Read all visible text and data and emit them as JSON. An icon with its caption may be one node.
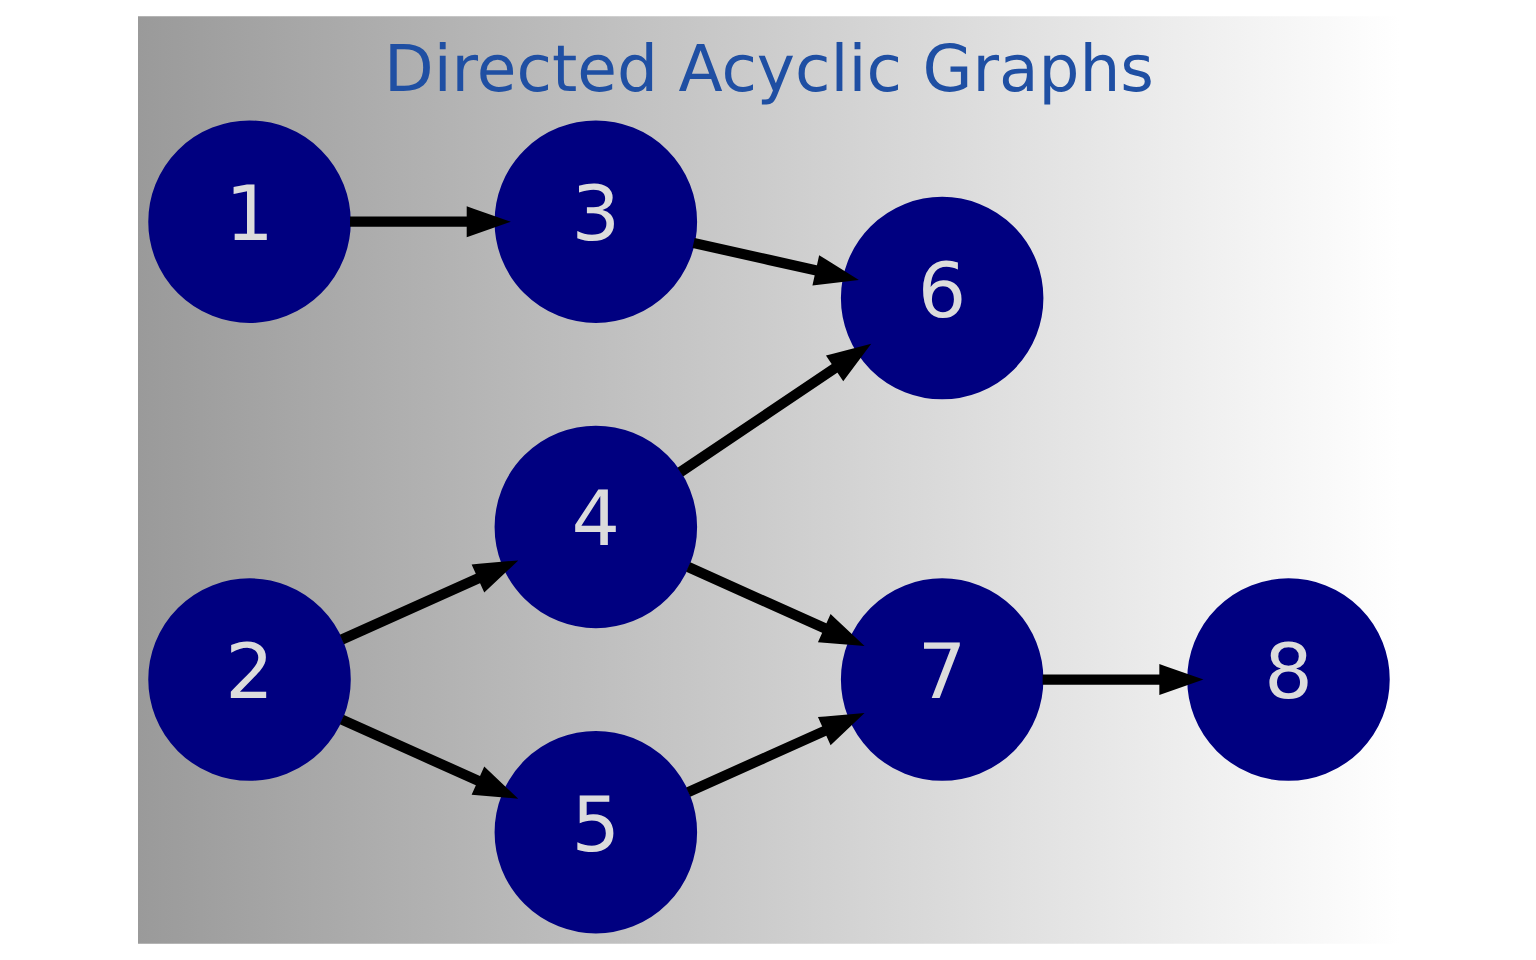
{
  "diagram": {
    "title": "Directed Acyclic Graphs",
    "nodes": [
      {
        "text": [
          "1"
        ]
      },
      {
        "text": [
          "3"
        ]
      },
      {
        "text": [
          "6"
        ]
      },
      {
        "text": [
          "2"
        ]
      },
      {
        "text": [
          "4"
        ]
      },
      {
        "text": [
          "7"
        ]
      },
      {
        "text": [
          "8"
        ]
      },
      {
        "text": [
          "5"
        ]
      }
    ],
    "edges": [
      {
        "from": 0,
        "to": 1,
        "arrow": "to"
      },
      {
        "from": 1,
        "to": 2,
        "arrow": "to"
      },
      {
        "from": 3,
        "to": 4,
        "arrow": "to"
      },
      {
        "from": 3,
        "to": 7,
        "arrow": "to"
      },
      {
        "from": 4,
        "to": 2,
        "arrow": "to"
      },
      {
        "from": 4,
        "to": 5,
        "arrow": "to"
      },
      {
        "from": 5,
        "to": 6,
        "arrow": "to"
      },
      {
        "from": 7,
        "to": 5,
        "arrow": "to"
      }
    ]
  }
}
